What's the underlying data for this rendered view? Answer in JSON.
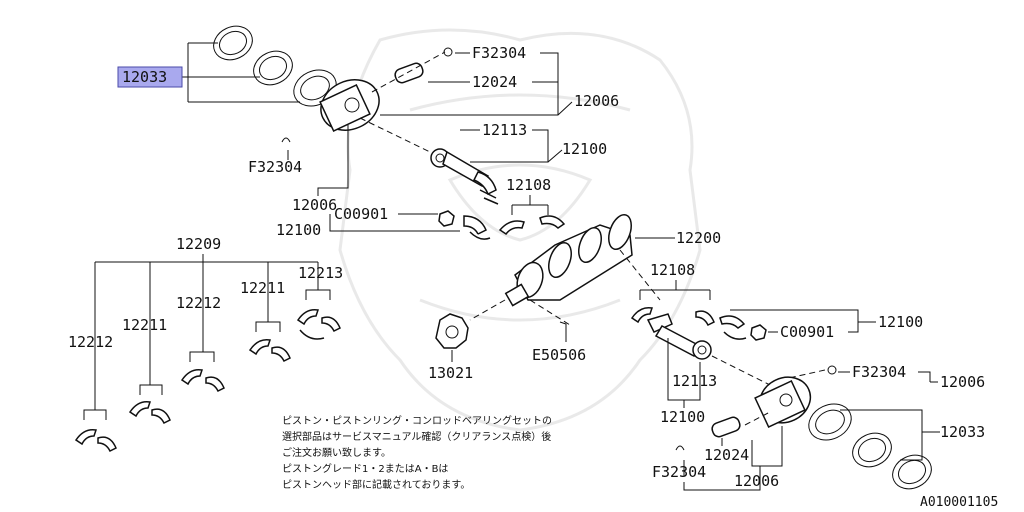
{
  "labels": {
    "highlight_12033": "12033",
    "f32304_top": "F32304",
    "p12024_top": "12024",
    "p12006_top": "12006",
    "f32304_mid": "F32304",
    "p12006_mid": "12006",
    "p12113_top": "12113",
    "p12100_top": "12100",
    "p12108_top": "12108",
    "c00901_left": "C00901",
    "p12100_left": "12100",
    "p12200": "12200",
    "p12209": "12209",
    "p12213": "12213",
    "p12211_a": "12211",
    "p12212_a": "12212",
    "p12211_b": "12211",
    "p12212_b": "12212",
    "p12108_right": "12108",
    "c00901_right": "C00901",
    "p12100_right": "12100",
    "p13021": "13021",
    "e50506": "E50506",
    "p12113_bottom": "12113",
    "f32304_right": "F32304",
    "p12006_right": "12006",
    "p12100_bottom": "12100",
    "p12033_right": "12033",
    "p12024_bottom": "12024",
    "f32304_bottom": "F32304",
    "p12006_bottom": "12006",
    "ref_code": "A010001105"
  },
  "notes": [
    "ピストン・ピストンリング・コンロッドベアリングセットの",
    "選択部品はサービスマニュアル確認（クリアランス点検）後",
    "ご注文お願い致します。",
    "ピストングレード1・2またはA・Bは",
    "ピストンヘッド部に記載されております。"
  ],
  "colors": {
    "highlight_fill": "#a9a9ee",
    "highlight_stroke": "#4a4aa8",
    "line": "#111111"
  }
}
